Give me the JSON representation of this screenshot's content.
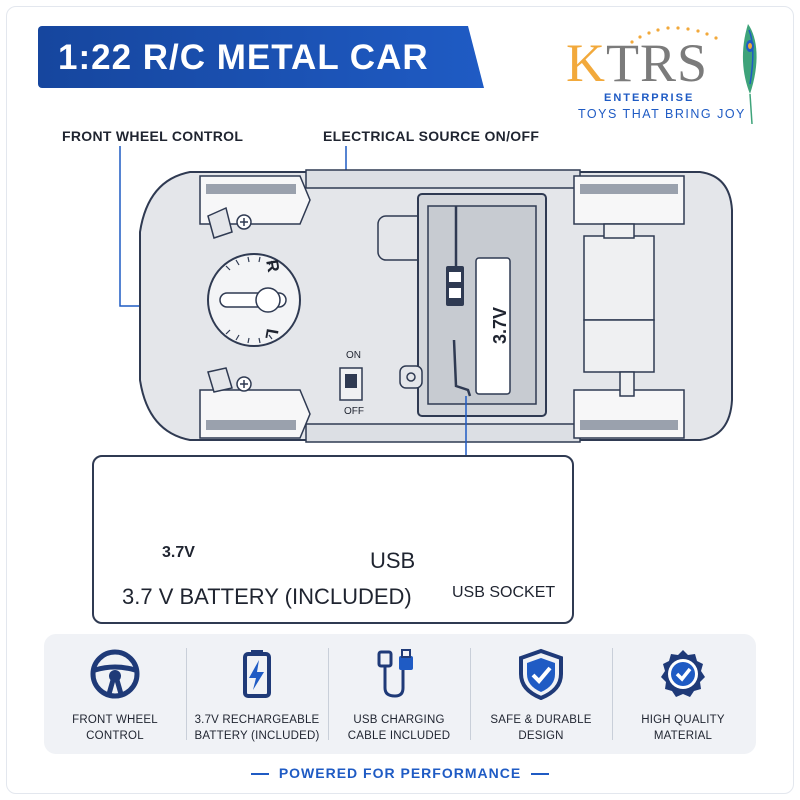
{
  "title": "1:22 R/C METAL CAR",
  "logo": {
    "k": "K",
    "rest": "TRS",
    "enterprise": "ENTERPRISE",
    "tagline": "TOYS THAT BRING JOY"
  },
  "callouts": {
    "front_wheel": "FRONT WHEEL CONTROL",
    "electrical": "ELECTRICAL SOURCE ON/OFF"
  },
  "switch": {
    "on": "ON",
    "off": "OFF"
  },
  "dial": {
    "right": "R",
    "left": "L"
  },
  "battery_voltage_car": "3.7V",
  "usb_panel": {
    "battery_label": "3.7V",
    "usb_label": "USB",
    "socket_label": "USB SOCKET",
    "battery_caption": "3.7 V BATTERY (INCLUDED)"
  },
  "features": [
    {
      "icon": "steering-wheel-icon",
      "line1": "FRONT WHEEL",
      "line2": "CONTROL"
    },
    {
      "icon": "battery-bolt-icon",
      "line1": "3.7V RECHARGEABLE",
      "line2": "BATTERY (INCLUDED)"
    },
    {
      "icon": "usb-cable-icon",
      "line1": "USB CHARGING",
      "line2": "CABLE INCLUDED"
    },
    {
      "icon": "shield-check-icon",
      "line1": "SAFE & DURABLE",
      "line2": "DESIGN"
    },
    {
      "icon": "quality-badge-icon",
      "line1": "HIGH QUALITY",
      "line2": "MATERIAL"
    }
  ],
  "footer": "POWERED FOR PERFORMANCE",
  "colors": {
    "brand_blue": "#1f5bc4",
    "logo_gold": "#f2a93b",
    "car_body": "#e4e6ea"
  }
}
